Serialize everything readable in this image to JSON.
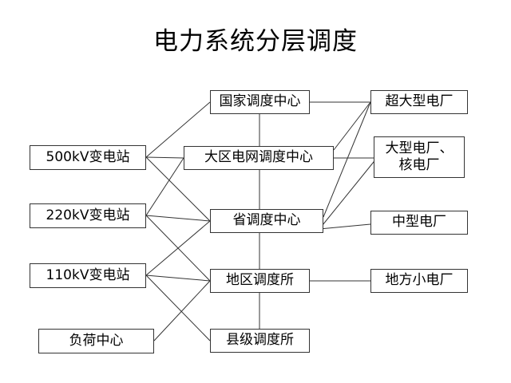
{
  "title": "电力系统分层调度",
  "nodes": {
    "s500": "500kV变电站",
    "s220": "220kV变电站",
    "s110": "110kV变电站",
    "load": "负荷中心",
    "national": "国家调度中心",
    "regional": "大区电网调度中心",
    "provincial": "省调度中心",
    "district": "地区调度所",
    "county": "县级调度所",
    "super_large": "超大型电厂",
    "large_nuclear": "大型电厂、\n核电厂",
    "medium": "中型电厂",
    "local_small": "地方小电厂"
  },
  "colors": {
    "line": "#333333",
    "border": "#333333"
  }
}
